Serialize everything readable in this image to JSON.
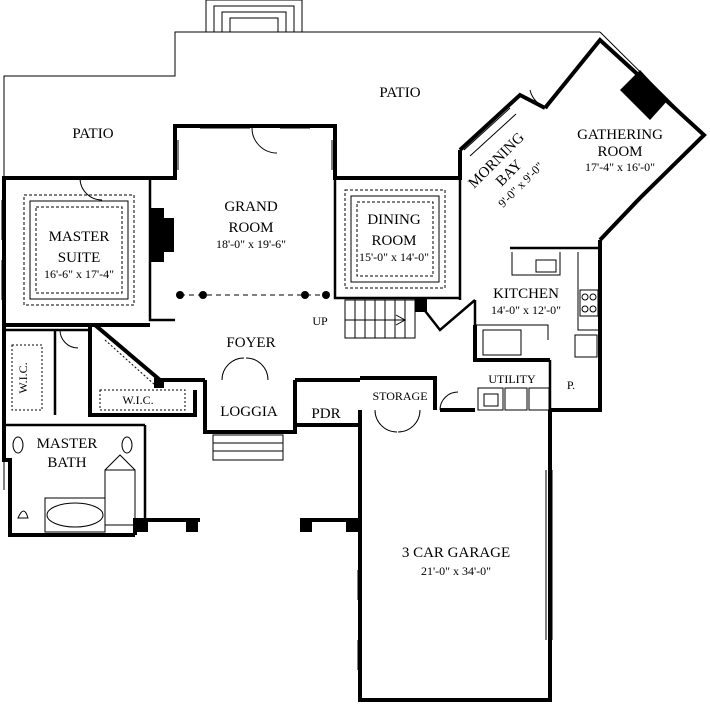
{
  "plan": {
    "rooms": {
      "patio_top": {
        "name": "PATIO"
      },
      "patio_left": {
        "name": "PATIO"
      },
      "grand_room": {
        "name": [
          "GRAND",
          "ROOM"
        ],
        "dims": "18'-0\" x 19'-6\""
      },
      "master_suite": {
        "name": [
          "MASTER",
          "SUITE"
        ],
        "dims": "16'-6\" x 17'-4\""
      },
      "dining_room": {
        "name": [
          "DINING",
          "ROOM"
        ],
        "dims": "15'-0\" x 14'-0\""
      },
      "morning_bay": {
        "name": [
          "MORNING",
          "BAY"
        ],
        "dims": "9'-0\" x 9'-0\""
      },
      "gathering_room": {
        "name": [
          "GATHERING",
          "ROOM"
        ],
        "dims": "17'-4\" x 16'-0\""
      },
      "kitchen": {
        "name": "KITCHEN",
        "dims": "14'-0\" x 12'-0\""
      },
      "foyer": {
        "name": "FOYER"
      },
      "wic_left": {
        "name": "W.I.C."
      },
      "wic_right": {
        "name": "W.I.C."
      },
      "loggia": {
        "name": "LOGGIA"
      },
      "pdr": {
        "name": "PDR"
      },
      "storage": {
        "name": "STORAGE"
      },
      "utility": {
        "name": "UTILITY"
      },
      "pantry": {
        "name": "P."
      },
      "master_bath": {
        "name": [
          "MASTER",
          "BATH"
        ]
      },
      "garage": {
        "name": "3 CAR GARAGE",
        "dims": "21'-0\" x 34'-0\""
      }
    },
    "stair_label": "UP"
  }
}
